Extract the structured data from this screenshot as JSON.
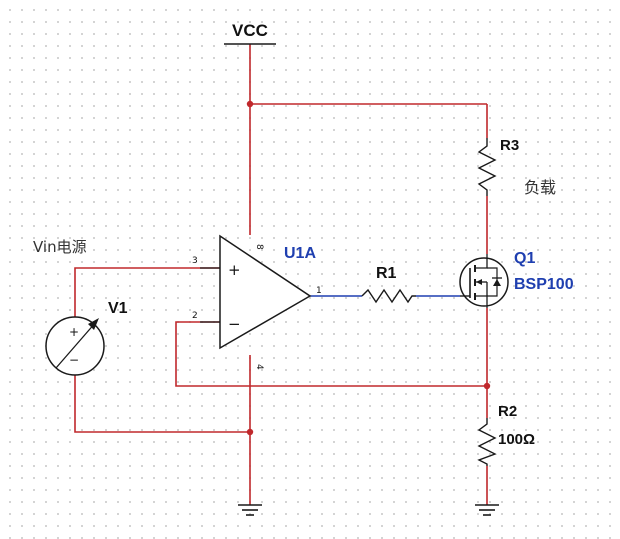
{
  "labels": {
    "vcc": "VCC",
    "vin": "Vin电源",
    "v1": "V1",
    "u1a": "U1A",
    "r1": "R1",
    "r2": "R2",
    "r2_value": "100Ω",
    "r3": "R3",
    "load": "负载",
    "q1": "Q1",
    "q1_part": "BSP100",
    "pin3": "3",
    "pin2": "2",
    "pin8": "8",
    "pin4": "4",
    "pin1": "1",
    "plus": "+",
    "minus": "−"
  },
  "colors": {
    "wire": "#c0282c",
    "component": "#1a1a1a",
    "opamp_label": "#1f3fb0",
    "transistor_label": "#1f3fb0",
    "text": "#111111",
    "grid_dot": "#c9c9c9"
  }
}
